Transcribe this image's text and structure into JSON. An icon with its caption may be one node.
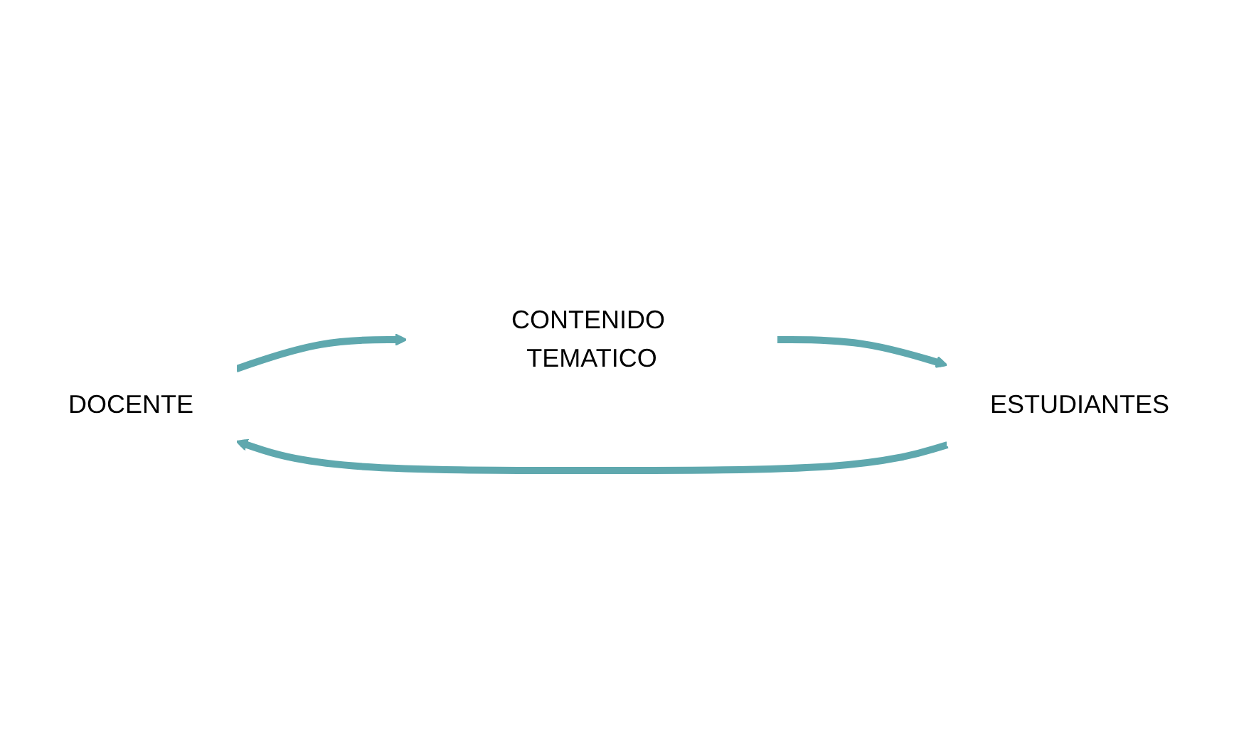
{
  "diagram": {
    "nodes": [
      {
        "text": [
          "DOCENTE"
        ]
      },
      {
        "text": [
          "CONTENIDO TEMATICO"
        ]
      },
      {
        "text": [
          "ESTUDIANTES"
        ]
      }
    ],
    "edges": [
      {
        "from": 0,
        "to": 1,
        "arrow": "to"
      },
      {
        "from": 1,
        "to": 2,
        "arrow": "to"
      },
      {
        "from": 2,
        "to": 0,
        "arrow": "to"
      }
    ]
  }
}
